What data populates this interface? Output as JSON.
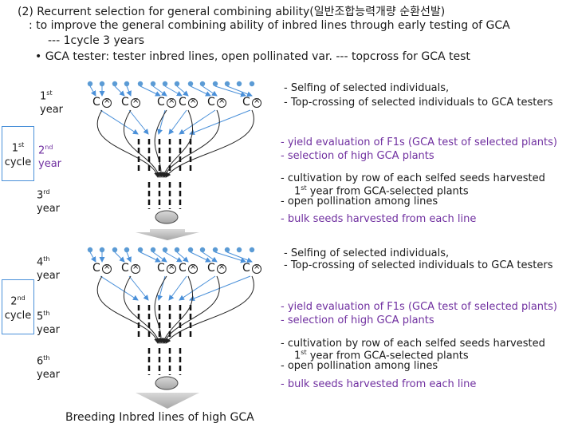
{
  "header": {
    "line1": "(2) Recurrent selection for general combining ability(일반조합능력개량 순환선발)",
    "line2": ": to improve the general combining ability of inbred lines through early testing of GCA",
    "line3": "--- 1cycle 3 years",
    "line4": "• GCA tester: tester inbred lines, open pollinated var. --- topcross for GCA test"
  },
  "cycles": [
    {
      "num": "1",
      "sup": "st",
      "word": "cycle"
    },
    {
      "num": "2",
      "sup": "nd",
      "word": "cycle"
    }
  ],
  "years": [
    {
      "num": "1",
      "sup": "st",
      "word": "year",
      "color": "#1a1a1a"
    },
    {
      "num": "2",
      "sup": "nd",
      "word": "year",
      "color": "#7030a0"
    },
    {
      "num": "3",
      "sup": "rd",
      "word": "year",
      "color": "#1a1a1a"
    },
    {
      "num": "4",
      "sup": "th",
      "word": "year",
      "color": "#1a1a1a"
    },
    {
      "num": "5",
      "sup": "th",
      "word": "year",
      "color": "#1a1a1a"
    },
    {
      "num": "6",
      "sup": "th",
      "word": "year",
      "color": "#1a1a1a"
    }
  ],
  "block_labels": {
    "plant_c": "C",
    "plant_x": "×"
  },
  "notes_cycle1": {
    "selfing": "- Selfing of selected individuals,",
    "topcross": "- Top-crossing of selected individuals to GCA testers",
    "yield_eval": "- yield evaluation of F1s (GCA test of selected plants)",
    "selection": "- selection of high GCA plants",
    "cultivation": "- cultivation by row of each selfed seeds harvested",
    "from_year_num": "1",
    "from_year_sup": "st",
    "from_year_rest": " year from GCA-selected plants",
    "open_poll": "- open pollination among lines",
    "bulk": "- bulk seeds harvested from each line"
  },
  "notes_cycle2": {
    "selfing": "- Selfing of selected individuals,",
    "topcross": "- Top-crossing of selected individuals to GCA testers",
    "yield_eval": "- yield evaluation of F1s (GCA test of selected plants)",
    "selection": "- selection of high GCA plants",
    "cultivation": "- cultivation by row of each selfed seeds harvested",
    "from_year_num": "1",
    "from_year_sup": "st",
    "from_year_rest": " year from GCA-selected plants",
    "open_poll": "- open pollination among lines",
    "bulk": "- bulk seeds harvested from each line"
  },
  "footer": "Breeding Inbred lines of high GCA",
  "colors": {
    "accent_blue": "#4a90d9",
    "dot_blue": "#5b9bd5",
    "purple": "#7030a0",
    "arrow_gray": "#bfbfbf"
  }
}
